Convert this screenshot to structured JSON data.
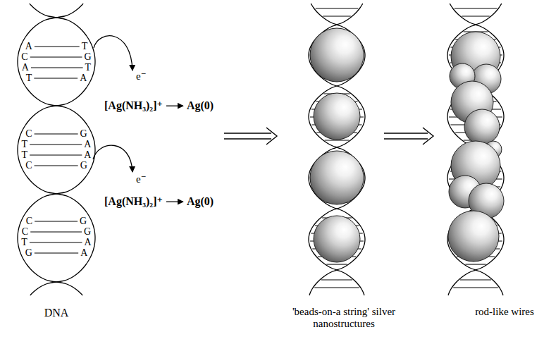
{
  "diagram": {
    "labels": [
      "A",
      "C",
      "A",
      "T",
      "T",
      "G",
      "T",
      "A",
      "e⁻",
      "[Ag(NH₃)₂]⁺",
      "Ag(0)",
      "C",
      "T",
      "T",
      "C",
      "G",
      "A",
      "A",
      "G",
      "e⁻",
      "[Ag(NH₃)₂]⁺",
      "Ag(0)",
      "C",
      "C",
      "T",
      "G",
      "G",
      "G",
      "A",
      "A",
      "DNA",
      "'beads-on-a string' silver nanostructures",
      "rod-like wires"
    ]
  }
}
